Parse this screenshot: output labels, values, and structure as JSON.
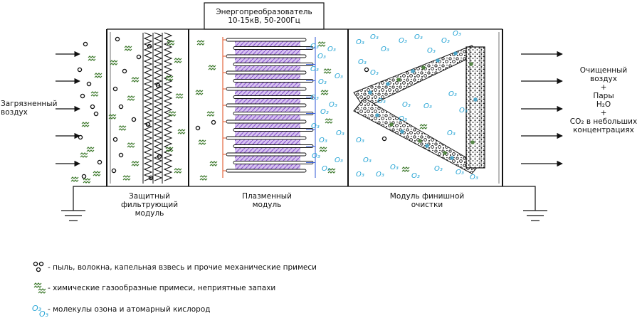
{
  "header": {
    "converter_line1": "Энергопреобразователь",
    "converter_line2": "10-15кВ, 50-200Гц"
  },
  "inlet": {
    "label_line1": "Загрязненный",
    "label_line2": "воздух"
  },
  "outlet": {
    "line1": "Очищенный",
    "line2": "воздух",
    "plus1": "+",
    "line3": "Пары",
    "line4": "H₂O",
    "plus2": "+",
    "line5": "CO₂ в небольших",
    "line6": "концентрациях"
  },
  "modules": [
    {
      "line1": "Защитный",
      "line2": "фильтрующий",
      "line3": "модуль"
    },
    {
      "line1": "Плазменный",
      "line2": "модуль"
    },
    {
      "line1": "Модуль финишной",
      "line2": "очистки"
    }
  ],
  "symbols": {
    "ozone_glyph": "O₃"
  },
  "legend": [
    {
      "icon": "particle-icon",
      "text": "- пыль, волокна, капельная взвесь и прочие механические примеси"
    },
    {
      "icon": "gas-icon",
      "text": "- химические газообразные примеси, неприятные запахи"
    },
    {
      "icon": "ozone-icon",
      "text": "- молекулы озона и атомарный кислород"
    }
  ],
  "colors": {
    "line": "#111111",
    "ozone": "#2aa6d6",
    "gas": "#3f7a2e",
    "plasma": "#a77ad9",
    "electrode_hv": "#e0582c",
    "electrode_gnd": "#3e63d8",
    "catalyst_dot": "#3aa0c8"
  }
}
